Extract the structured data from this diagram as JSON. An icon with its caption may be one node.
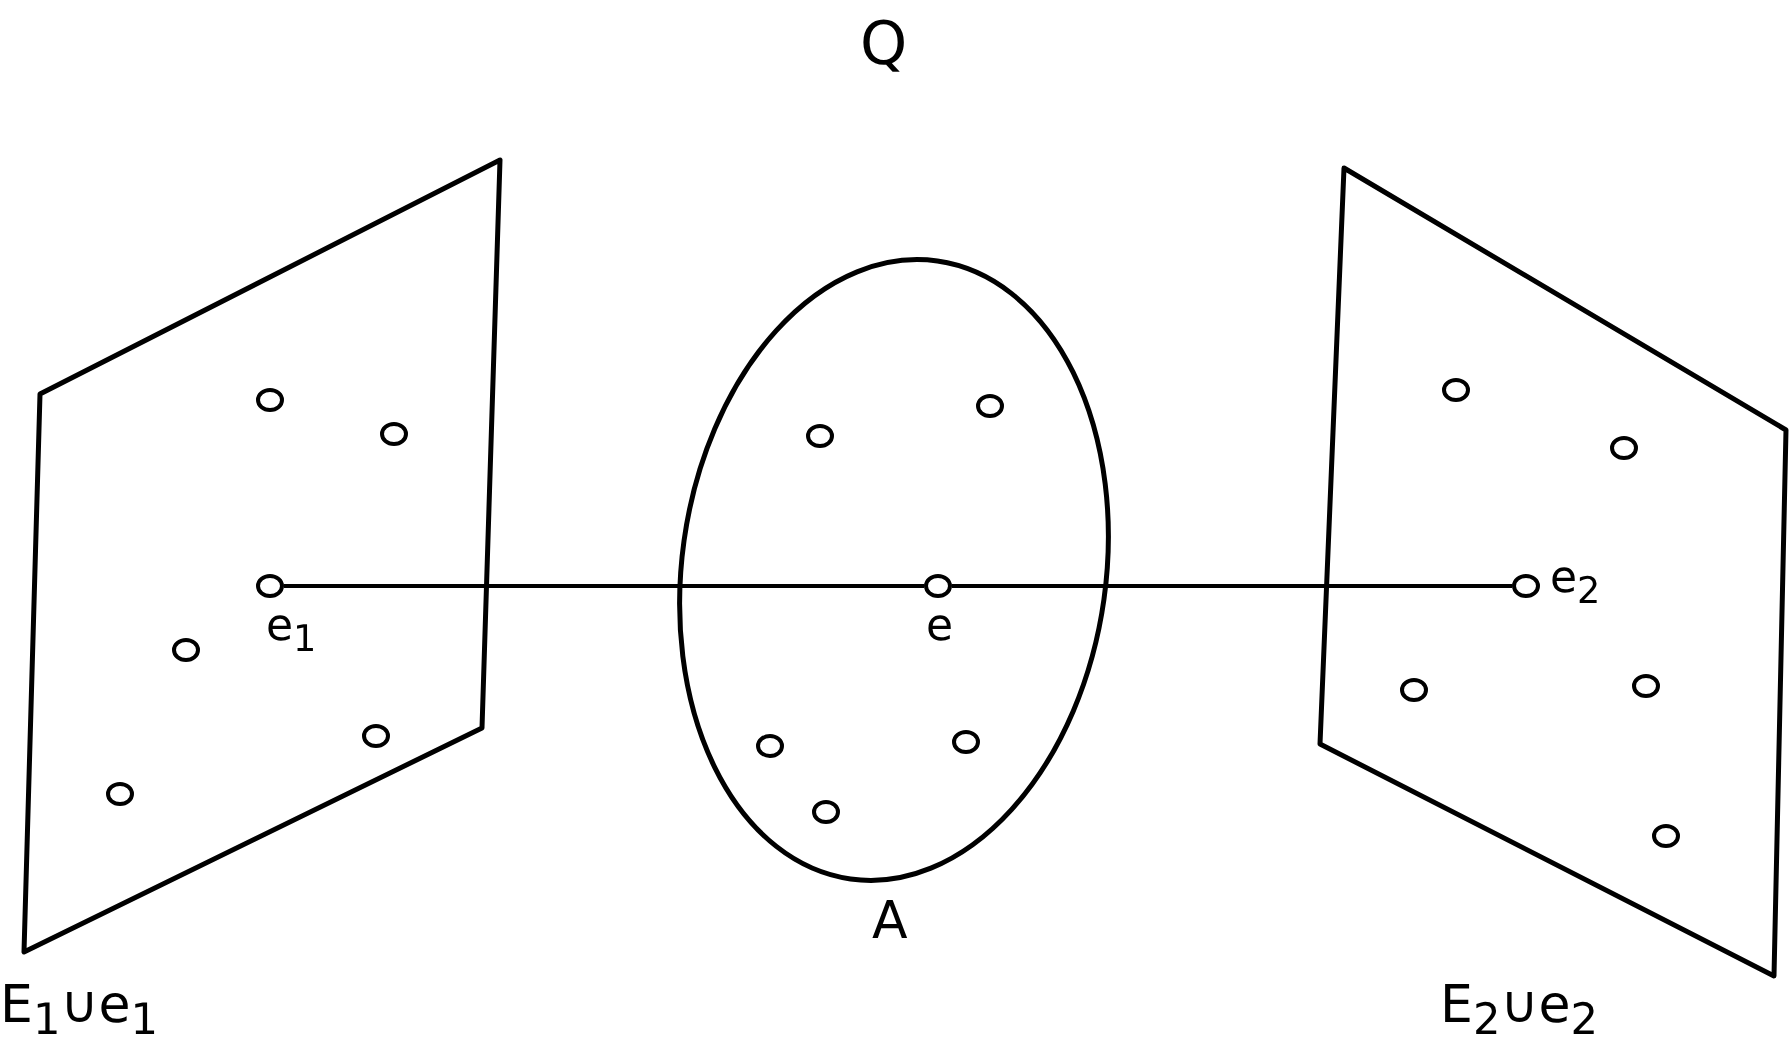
{
  "diagram": {
    "title": "Q",
    "nodes": [
      {
        "text": [
          "E$_{1}$∪e$_{1}$"
        ]
      },
      {
        "text": [
          "A"
        ]
      },
      {
        "text": [
          "E$_{2}$∪e$_{2}$"
        ]
      },
      {
        "text": [],
        "shape": "circle",
        "in": 0
      },
      {
        "text": [],
        "shape": "circle",
        "in": 0
      },
      {
        "text": [
          "e$_{1}$"
        ],
        "in": 0
      },
      {
        "text": [],
        "shape": "circle",
        "in": 0
      },
      {
        "text": [],
        "shape": "circle",
        "in": 0
      },
      {
        "text": [],
        "shape": "circle",
        "in": 0
      },
      {
        "text": [],
        "shape": "circle",
        "in": 1
      },
      {
        "text": [],
        "shape": "circle",
        "in": 1
      },
      {
        "text": [
          "e"
        ],
        "in": 1
      },
      {
        "text": [],
        "shape": "circle",
        "in": 1
      },
      {
        "text": [],
        "shape": "circle",
        "in": 1
      },
      {
        "text": [],
        "shape": "circle",
        "in": 1
      },
      {
        "text": [],
        "shape": "circle",
        "in": 2
      },
      {
        "text": [],
        "shape": "circle",
        "in": 2
      },
      {
        "text": [
          "e$_{2}$"
        ],
        "in": 2
      },
      {
        "text": [],
        "shape": "circle",
        "in": 2
      },
      {
        "text": [],
        "shape": "circle",
        "in": 2
      },
      {
        "text": [],
        "shape": "circle",
        "in": 2
      }
    ],
    "edges": [
      {
        "from": 5,
        "to": 11,
        "arrow": "none"
      },
      {
        "from": 11,
        "to": 17,
        "arrow": "none"
      }
    ]
  }
}
